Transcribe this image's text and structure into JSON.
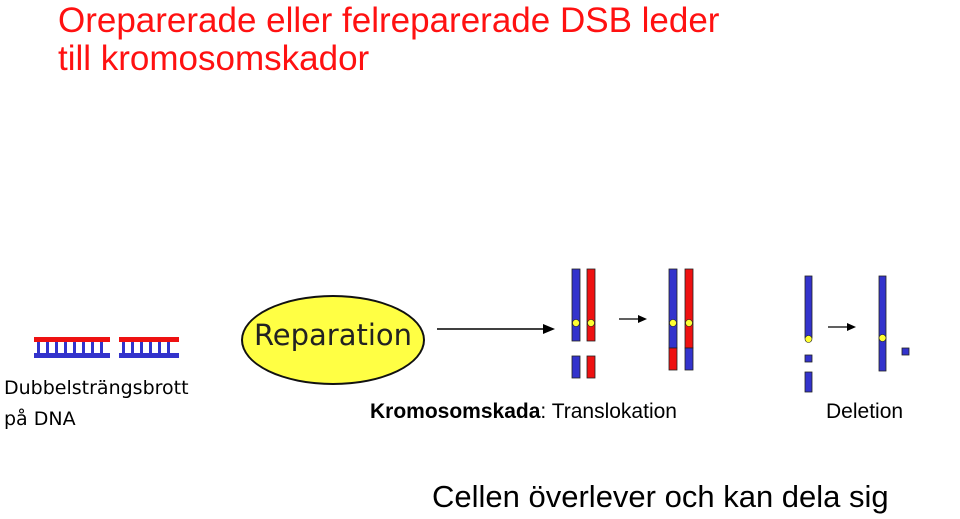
{
  "title": {
    "line1": "Oreparerade eller felreparerade DSB leder",
    "line2": "till kromosomskador"
  },
  "dna": {
    "label_line1": "Dubbelsträngsbrott",
    "label_line2": "på DNA"
  },
  "repair": {
    "label": "Reparation"
  },
  "damage": {
    "prefix": "Kromosomskada",
    "separator": ": ",
    "translocation": "Translokation",
    "deletion": "Deletion"
  },
  "outcome": {
    "text": "Cellen överlever och kan dela sig"
  },
  "colors": {
    "title": "#ff1111",
    "chromosome_blue": "#3333cc",
    "chromosome_red": "#ee1111",
    "centromere": "#ffff33",
    "ellipse_fill": "#ffff44"
  }
}
